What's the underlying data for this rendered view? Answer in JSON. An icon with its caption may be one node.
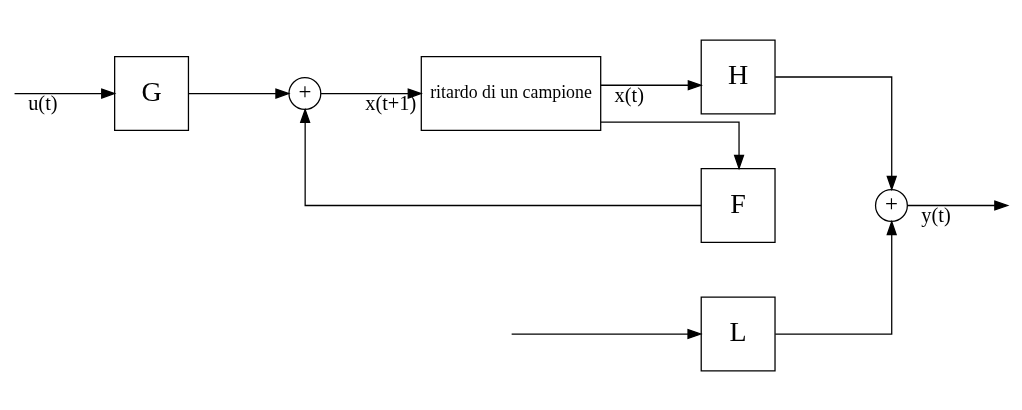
{
  "diagram": {
    "nodes": [
      {
        "text": [
          "L"
        ]
      },
      {
        "text": [
          "G"
        ]
      },
      {
        "text": [
          "+"
        ]
      },
      {
        "text": [
          "ritardo di un campione"
        ]
      },
      {
        "text": [
          "H"
        ]
      },
      {
        "text": [
          "F"
        ]
      },
      {
        "text": [
          "+"
        ]
      }
    ],
    "edges": [
      {
        "from": null,
        "to": 1,
        "arrow": "to",
        "label": "u(t)"
      },
      {
        "from": null,
        "to": 0,
        "arrow": "to"
      },
      {
        "from": 1,
        "to": 2,
        "arrow": "to"
      },
      {
        "from": 2,
        "to": 3,
        "arrow": "to",
        "label": "x(t+1)"
      },
      {
        "from": 3,
        "to": 4,
        "arrow": "to",
        "label": "x(t)"
      },
      {
        "from": 3,
        "to": 5,
        "arrow": "to"
      },
      {
        "from": 5,
        "to": 2,
        "arrow": "to"
      },
      {
        "from": 4,
        "to": 6,
        "arrow": "to"
      },
      {
        "from": 0,
        "to": 6,
        "arrow": "to"
      },
      {
        "from": 6,
        "to": null,
        "arrow": "to",
        "label": "y(t)"
      }
    ]
  }
}
